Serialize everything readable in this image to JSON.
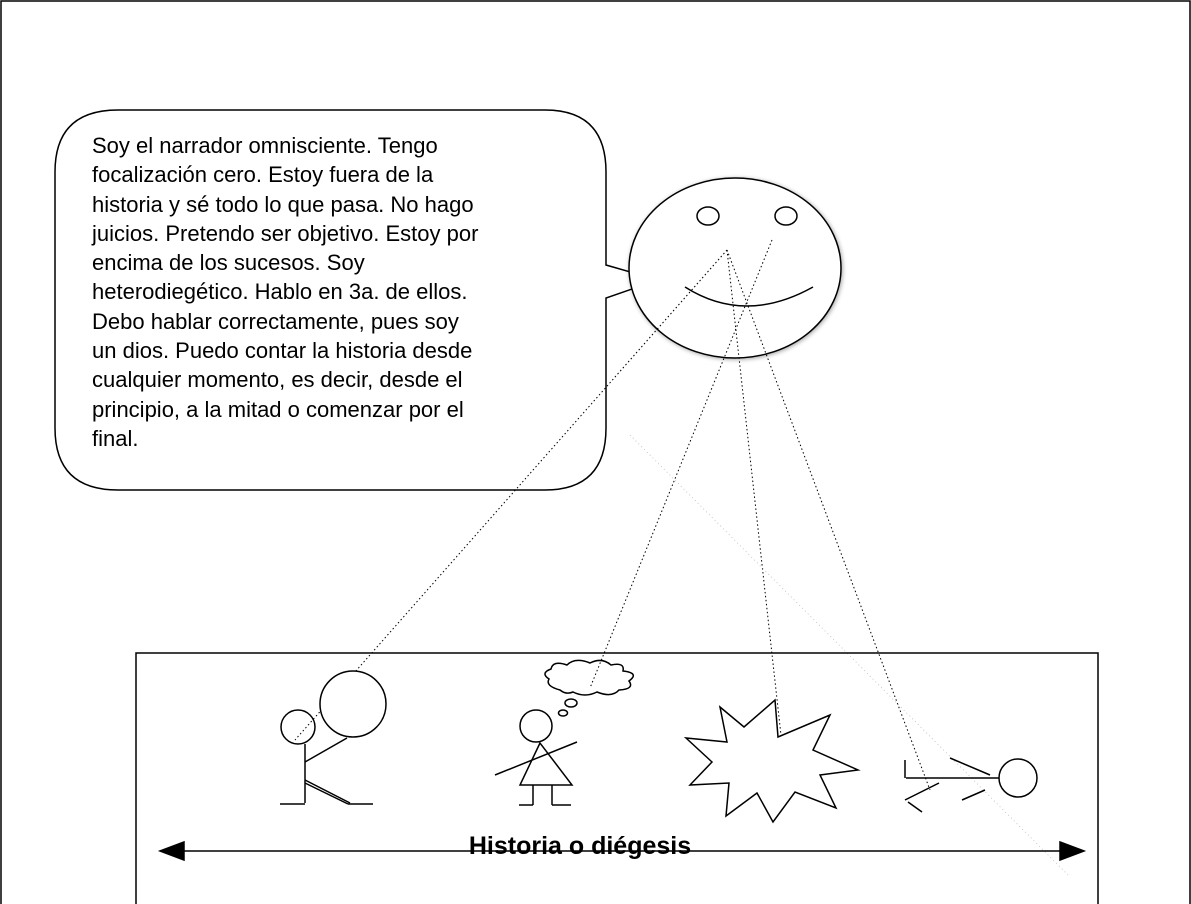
{
  "narrator_bubble": {
    "lines": [
      "Soy el narrador omnisciente.  Tengo",
      "focalización cero. Estoy fuera de la",
      "historia y sé todo lo que pasa.  No hago",
      "juicios. Pretendo ser objetivo. Estoy por",
      "encima de los sucesos. Soy",
      "heterodiegético.  Hablo en 3a. de ellos.",
      "Debo hablar correctamente, pues soy",
      "un dios. Puedo contar la historia desde",
      "cualquier momento, es decir, desde el",
      "principio, a la mitad o comenzar por el",
      "final."
    ]
  },
  "story_frame": {
    "label": "Historia o diégesis"
  }
}
